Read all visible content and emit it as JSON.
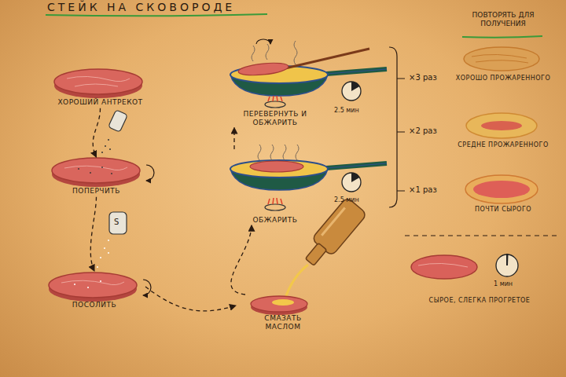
{
  "diagram": {
    "title": "СТЕЙК НА СКОВОРОДЕ",
    "nodes": [
      {
        "text": [
          "ХОРОШИЙ АНТРЕКОТ"
        ]
      },
      {
        "text": [
          "ПОПЕРЧИТЬ"
        ]
      },
      {
        "text": [
          "ПОСОЛИТЬ"
        ]
      },
      {
        "text": [
          "СМАЗАТЬ МАСЛОМ"
        ]
      },
      {
        "text": [
          "ОБЖАРИТЬ"
        ]
      },
      {
        "text": [
          "ПЕРЕВЕРНУТЬ И ОБЖАРИТЬ"
        ]
      },
      {
        "text": [
          "ХОРОШО ПРОЖАРЕННОГО"
        ]
      },
      {
        "text": [
          "СРЕДНЕ ПРОЖАРЕННОГО"
        ]
      },
      {
        "text": [
          "ПОЧТИ СЫРОГО"
        ]
      },
      {
        "text": [
          "СЫРОЕ, СЛЕГКА ПРОГРЕТОЕ"
        ]
      }
    ],
    "edges": [
      {
        "from": 0,
        "to": 1,
        "arrow": "to"
      },
      {
        "from": 1,
        "to": 2,
        "arrow": "to"
      },
      {
        "from": 2,
        "to": 3,
        "arrow": "to"
      },
      {
        "from": 3,
        "to": 4,
        "arrow": "to"
      },
      {
        "from": 4,
        "to": 5,
        "arrow": "to"
      }
    ],
    "labels": [
      "2.5 мин",
      "2.5 мин",
      "×3 раз",
      "×2 раз",
      "×1 раз",
      "ПОВТОРЯТЬ ДЛЯ ПОЛУЧЕНИЯ",
      "1 мин",
      "S"
    ]
  }
}
